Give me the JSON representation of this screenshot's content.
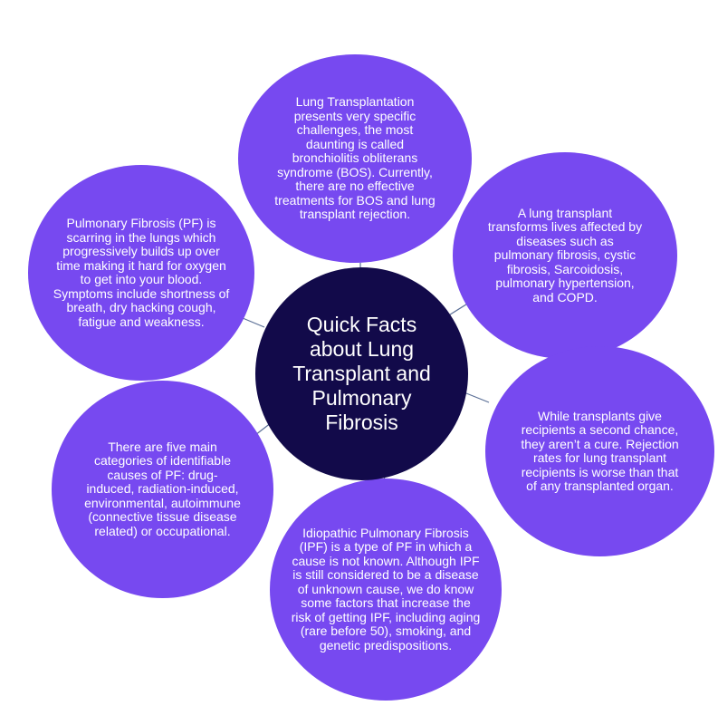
{
  "colors": {
    "hub_fill": "#120a4a",
    "bubble_fill": "#7749f0",
    "text": "#ffffff",
    "connector": "#5b6f96",
    "background": "#ffffff"
  },
  "hub": {
    "title": "Quick Facts about Lung Transplant and Pulmonary Fibrosis"
  },
  "facts": {
    "top": "Lung Transplantation presents very specific challenges, the most daunting is called bronchiolitis obliterans syndrome (BOS). Currently, there are no effective treatments for BOS and lung transplant rejection.",
    "upper_right": "A lung transplant transforms lives affected by diseases such as pulmonary fibrosis, cystic fibrosis, Sarcoidosis, pulmonary hypertension, and COPD.",
    "lower_right": "While transplants give recipients a second chance, they aren’t a cure. Rejection rates for lung transplant recipients is worse than that of any transplanted organ.",
    "bottom": "Idiopathic Pulmonary Fibrosis (IPF) is a type of PF in which a cause is not known. Although IPF is still considered to be a disease of unknown cause, we do know some factors that increase the risk of getting IPF, including aging (rare before 50), smoking, and genetic predispositions.",
    "lower_left": "There are five main categories of identifiable causes of PF: drug-induced, radiation-induced, environmental, autoimmune (connective tissue disease related) or occupational.",
    "upper_left": "Pulmonary Fibrosis (PF) is scarring in the lungs which progressively builds up over time making it hard for oxygen to get into your blood. Symptoms include shortness of breath, dry hacking cough, fatigue and weakness."
  }
}
